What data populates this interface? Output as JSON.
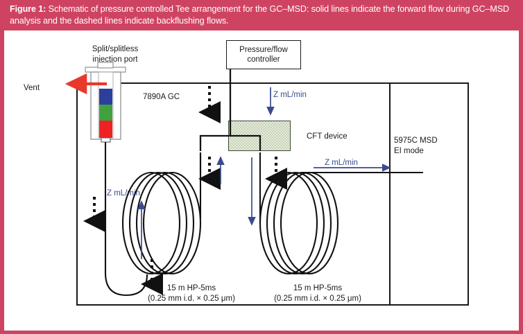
{
  "caption": {
    "prefix": "Figure 1:",
    "text": " Schematic of pressure controlled Tee arrangement for the GC–MSD: solid lines indicate the forward flow during GC–MSD analysis and the dashed lines indicate backflushing flows."
  },
  "diagram": {
    "injection_port_label": "Split/splitless\ninjection port",
    "vent_label": "Vent",
    "gc_label": "7890A GC",
    "pressure_controller_label": "Pressure/flow\ncontroller",
    "cft_device_label": "CFT device",
    "msd_label": "5975C MSD\nEI mode",
    "column_left_label": "15 m HP-5ms\n(0.25 mm i.d. × 0.25 μm)",
    "column_right_label": "15 m HP-5ms\n(0.25 mm i.d. × 0.25 μm)",
    "flow_top_label": "Z mL/min",
    "flow_left_label": "Z mL/min",
    "flow_right_label": "Z mL/min"
  },
  "colors": {
    "banner": "#cf4362",
    "flow_arrow": "#3a4a8c",
    "cft_fill": "#c7d3b6",
    "vent_arrow": "#e8392b",
    "liner_top": "#2b3f9e",
    "liner_mid": "#3fa23f",
    "liner_bottom": "#ee2222",
    "outline": "#1a1a1a"
  }
}
